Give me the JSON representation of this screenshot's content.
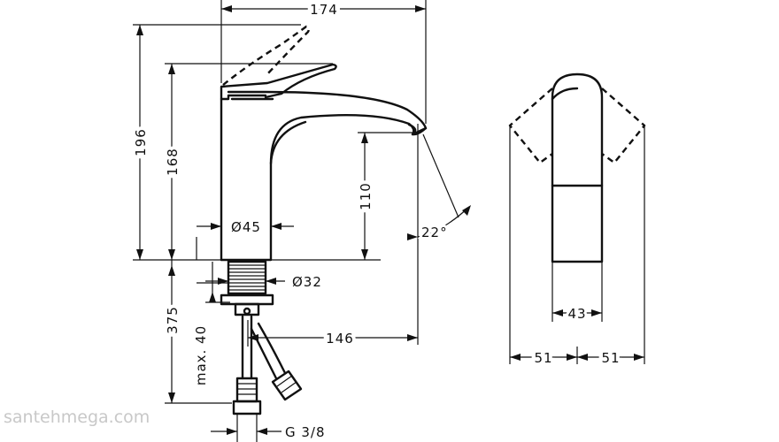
{
  "dimensions": {
    "width_top": "174",
    "height_total": "196",
    "height_lever": "168",
    "spout_height": "110",
    "body_diameter": "Ø45",
    "thread_diameter": "Ø32",
    "spout_angle": "22°",
    "below_counter": "375",
    "max_thickness": "max. 40",
    "spout_reach": "146",
    "connection": "G 3/8",
    "lever_width": "43",
    "side_left": "51",
    "side_right": "51"
  },
  "watermark": "santehmega.com"
}
